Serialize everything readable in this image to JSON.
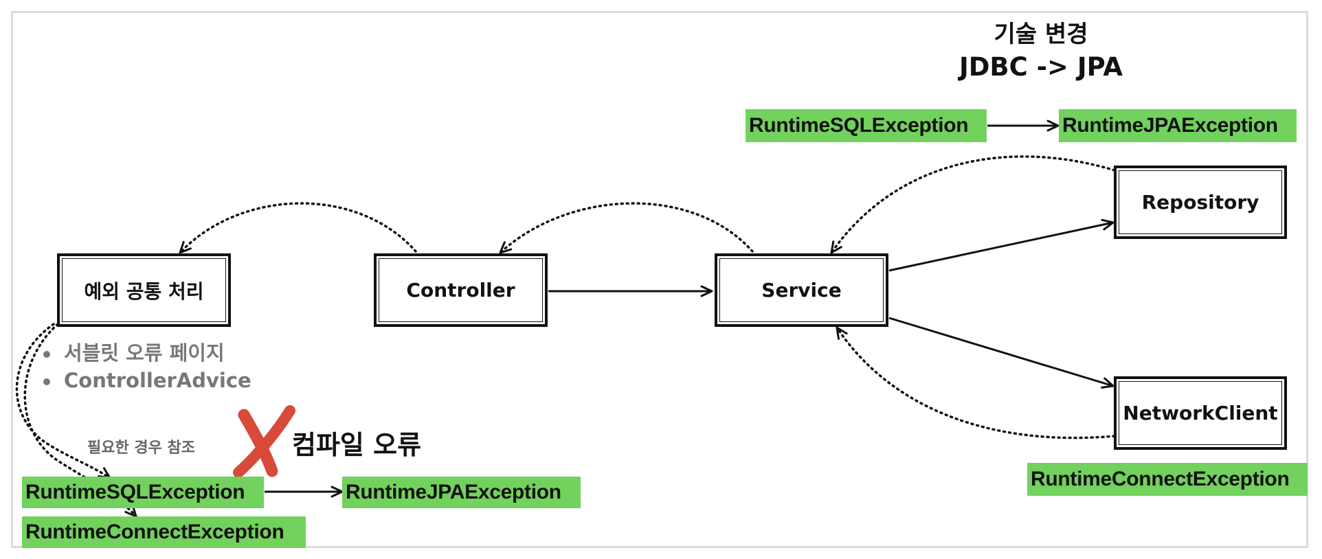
{
  "title": {
    "line1": "기술 변경",
    "line2": "JDBC -> JPA"
  },
  "boxes": {
    "exception_handler": "예외 공통 처리",
    "controller": "Controller",
    "service": "Service",
    "repository": "Repository",
    "network_client": "NetworkClient"
  },
  "top_exceptions": {
    "sql": "RuntimeSQLException",
    "jpa": "RuntimeJPAException"
  },
  "network_exception": "RuntimeConnectException",
  "handler_list": [
    "서블릿 오류 페이지",
    "ControllerAdvice"
  ],
  "reference_note": "필요한 경우 참조",
  "compile_error": "컴파일 오류",
  "bottom_exceptions": {
    "sql": "RuntimeSQLException",
    "jpa": "RuntimeJPAException",
    "connect": "RuntimeConnectException"
  },
  "colors": {
    "highlight": "#72d25d",
    "cross": "#d94a3a",
    "line": "#111111",
    "muted_text": "#777777"
  }
}
